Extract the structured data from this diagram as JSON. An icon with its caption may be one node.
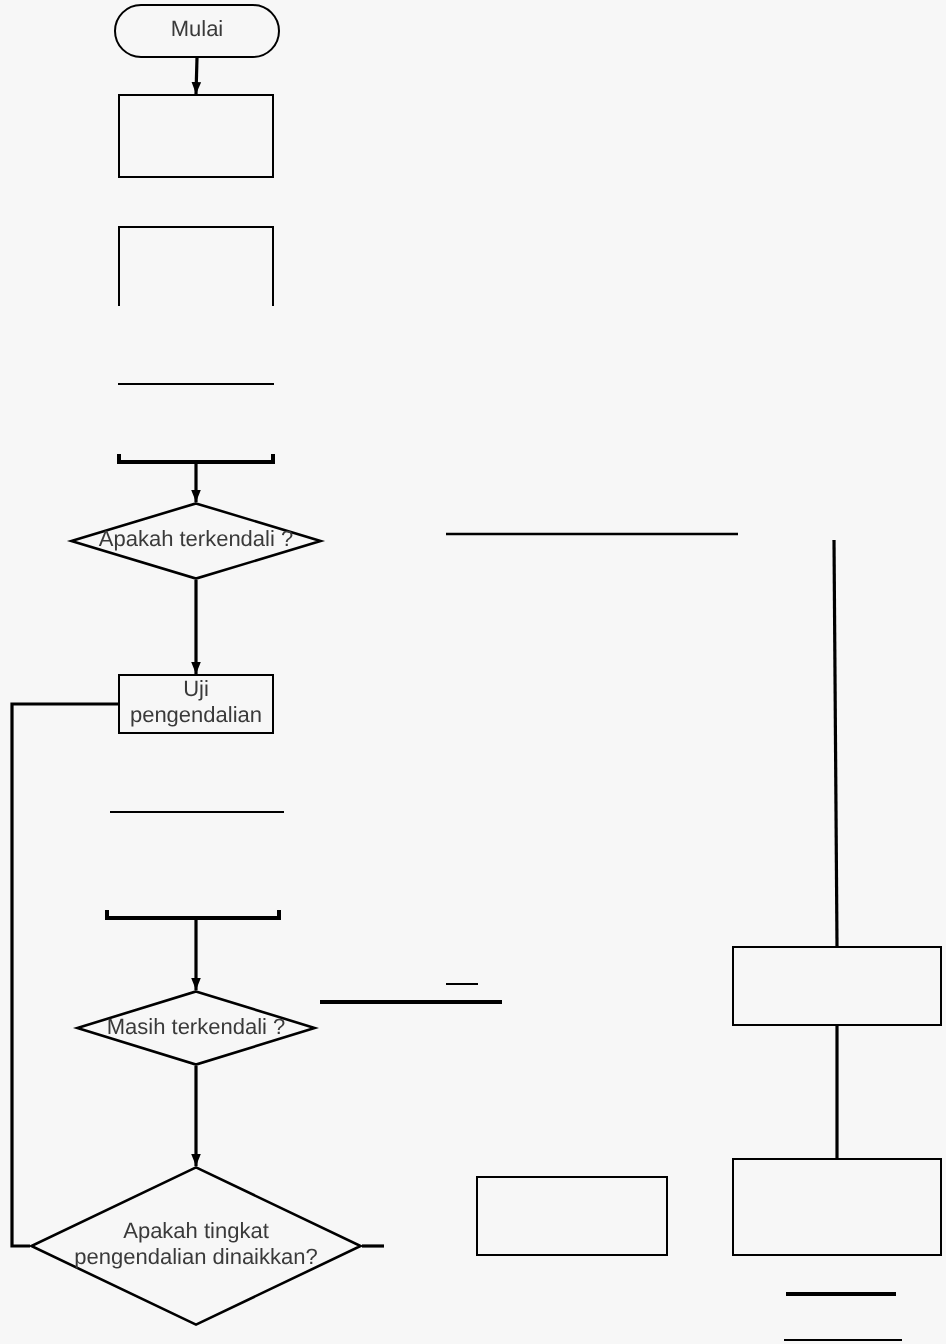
{
  "diagram": {
    "nodes": [
      {
        "text": [
          "Mulai"
        ]
      },
      {
        "text": [],
        "shape": "box"
      },
      {
        "text": [],
        "shape": "box"
      },
      {
        "text": [
          "Apakah terkendali ?"
        ]
      },
      {
        "text": [
          "Uji pengendalian"
        ]
      },
      {
        "text": [],
        "shape": "box"
      },
      {
        "text": [
          "Masih terkendali ?"
        ]
      },
      {
        "text": [
          "Apakah tingkat pengendalian dinaikkan?"
        ]
      },
      {
        "text": [],
        "shape": "box"
      },
      {
        "text": [],
        "shape": "box"
      }
    ],
    "edges": [
      {
        "from": 0,
        "to": 1,
        "arrow": "to"
      },
      {
        "from": null,
        "to": 3,
        "arrow": "to"
      },
      {
        "from": 3,
        "to": 4,
        "arrow": "to"
      },
      {
        "from": 7,
        "to": 4,
        "arrow": "none"
      },
      {
        "from": null,
        "to": 6,
        "arrow": "to"
      },
      {
        "from": 6,
        "to": 7,
        "arrow": "to"
      },
      {
        "from": null,
        "to": 5,
        "arrow": "none"
      },
      {
        "from": 5,
        "to": 9,
        "arrow": "none"
      },
      {
        "from": 7,
        "to": null,
        "arrow": "none"
      }
    ]
  }
}
